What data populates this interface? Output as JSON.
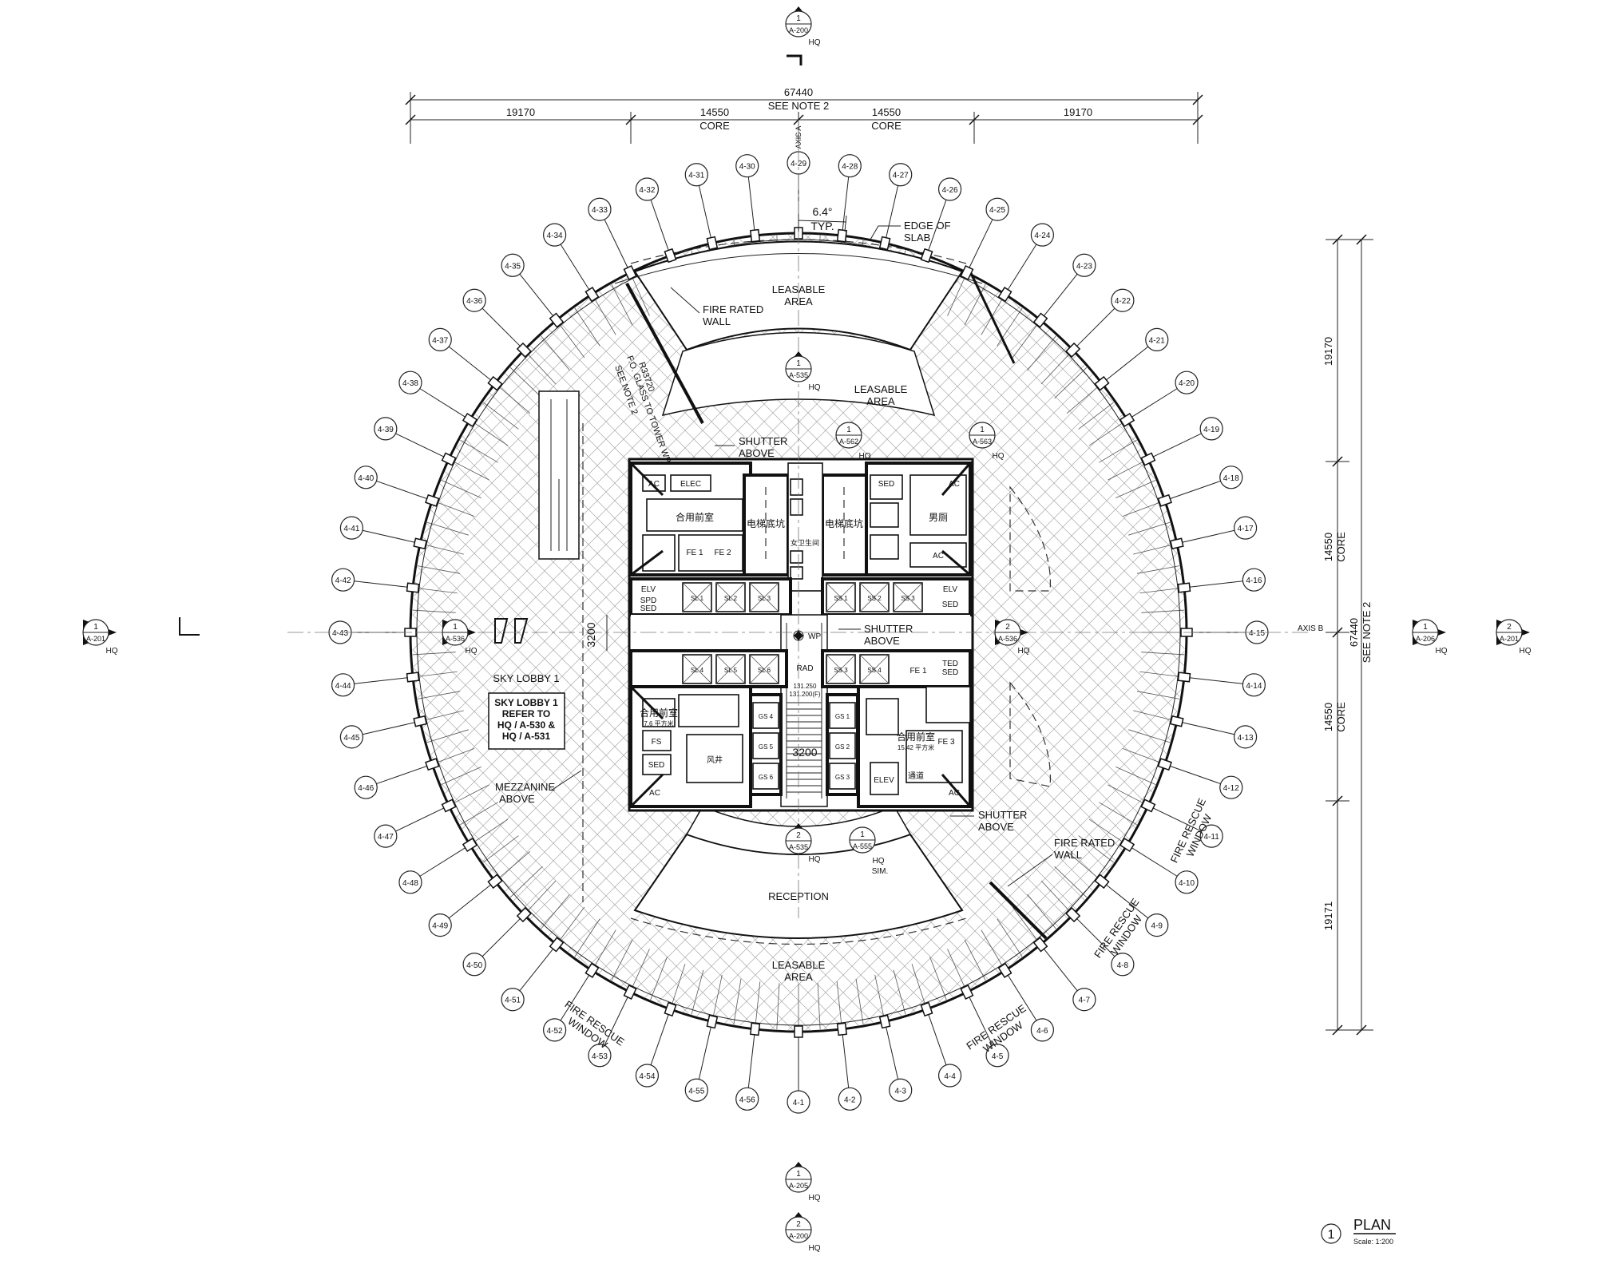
{
  "dimensions": {
    "overall": "67440",
    "see_note": "SEE NOTE 2",
    "top_segments": [
      "19170",
      "14550",
      "14550",
      "19170"
    ],
    "core_label": "CORE",
    "right_segments": [
      "19170",
      "14550",
      "14550",
      "19171"
    ],
    "corridor_width_a": "3200",
    "corridor_width_b": "3200",
    "slab_angle": "6.4°",
    "slab_angle_note": "TYP."
  },
  "axes": {
    "a": "AXIS A",
    "b": "AXIS B"
  },
  "gridlines": [
    "4-1",
    "4-2",
    "4-3",
    "4-4",
    "4-5",
    "4-6",
    "4-7",
    "4-8",
    "4-9",
    "4-10",
    "4-11",
    "4-12",
    "4-13",
    "4-14",
    "4-15",
    "4-16",
    "4-17",
    "4-18",
    "4-19",
    "4-20",
    "4-21",
    "4-22",
    "4-23",
    "4-24",
    "4-25",
    "4-26",
    "4-27",
    "4-28",
    "4-29",
    "4-30",
    "4-31",
    "4-32",
    "4-33",
    "4-34",
    "4-35",
    "4-36",
    "4-37",
    "4-38",
    "4-39",
    "4-40",
    "4-41",
    "4-42",
    "4-43",
    "4-44",
    "4-45",
    "4-46",
    "4-47",
    "4-48",
    "4-49",
    "4-50",
    "4-51",
    "4-52",
    "4-53",
    "4-54",
    "4-55",
    "4-56"
  ],
  "section_markers": [
    {
      "num": "1",
      "sheet": "A-200",
      "ref": "HQ"
    },
    {
      "num": "2",
      "sheet": "A-200",
      "ref": "HQ"
    },
    {
      "num": "1",
      "sheet": "A-201",
      "ref": "HQ"
    },
    {
      "num": "2",
      "sheet": "A-201",
      "ref": "HQ"
    },
    {
      "num": "1",
      "sheet": "A-206",
      "ref": "HQ"
    },
    {
      "num": "1",
      "sheet": "A-205",
      "ref": "HQ"
    },
    {
      "num": "1",
      "sheet": "A-536",
      "ref": "HQ"
    },
    {
      "num": "2",
      "sheet": "A-536",
      "ref": "HQ"
    },
    {
      "num": "1",
      "sheet": "A-535",
      "ref": "HQ"
    },
    {
      "num": "2",
      "sheet": "A-535",
      "ref": "HQ"
    }
  ],
  "detail_markers": [
    {
      "num": "1",
      "sheet": "A-562",
      "ref": "HQ"
    },
    {
      "num": "1",
      "sheet": "A-563",
      "ref": "HQ"
    },
    {
      "num": "1",
      "sheet": "A-555",
      "ref": "HQ",
      "ref2": "SIM."
    }
  ],
  "notes": {
    "edge_of_slab": [
      "EDGE OF",
      "SLAB"
    ],
    "fire_wall_top": [
      "FIRE RATED",
      "WALL"
    ],
    "fire_wall_bottom": [
      "FIRE RATED",
      "WALL"
    ],
    "glass_note": [
      "R33720",
      "F.O. GLASS TO TOWER WP",
      "SEE NOTE 2"
    ],
    "shutter_top": [
      "SHUTTER",
      "ABOVE"
    ],
    "shutter_mid": [
      "SHUTTER",
      "ABOVE"
    ],
    "shutter_bottom": [
      "SHUTTER",
      "ABOVE"
    ],
    "mezzanine": [
      "MEZZANINE",
      "ABOVE"
    ],
    "sky_lobby": "SKY LOBBY 1",
    "sky_lobby_ref": [
      "SKY LOBBY 1",
      "REFER TO",
      "HQ / A-530 &",
      "HQ / A-531"
    ],
    "fire_rescue": [
      "FIRE RESCUE",
      "WINDOW"
    ],
    "wp": "WP",
    "elev_1": "131.250",
    "elev_2": "131.200(F)"
  },
  "areas": {
    "leasable": [
      "LEASABLE",
      "AREA"
    ],
    "reception": "RECEPTION"
  },
  "rooms": {
    "ac": "AC",
    "elec": "ELEC",
    "spd": "SPD",
    "spd_sed": [
      "SPD",
      "SED"
    ],
    "sed": "SED",
    "elv": "ELV",
    "fs": "FS",
    "rad": "RAD",
    "ted_sed": [
      "TED",
      "SED"
    ],
    "fe1": "FE 1",
    "fe2": "FE 2",
    "fe3": "FE 3",
    "elev_l": "ELEV",
    "antechamber": "合用前室",
    "pit": "电梯底坑",
    "pit2": "电梯底坑",
    "mens": "男厕",
    "womens": "女卫生间",
    "lobby_cn": "合用前室",
    "fan": "风井",
    "corr_cn": "通道",
    "area_a": "7.6 平方米",
    "area_b": "15.42 平方米",
    "lift_low": [
      "SL 1",
      "SL 2",
      "SL 3"
    ],
    "lift_low2": [
      "SL 4",
      "SL 5",
      "SL 6"
    ],
    "lift_mid": [
      "GS 1",
      "GS 2",
      "GS 3"
    ],
    "lift_mid2": [
      "GS 4",
      "GS 5",
      "GS 6"
    ],
    "lift_right": [
      "SS 1",
      "SS 2",
      "SS 3",
      "SS 4"
    ]
  },
  "title_block": {
    "num": "1",
    "title": "PLAN",
    "scale": "Scale: 1:200"
  }
}
